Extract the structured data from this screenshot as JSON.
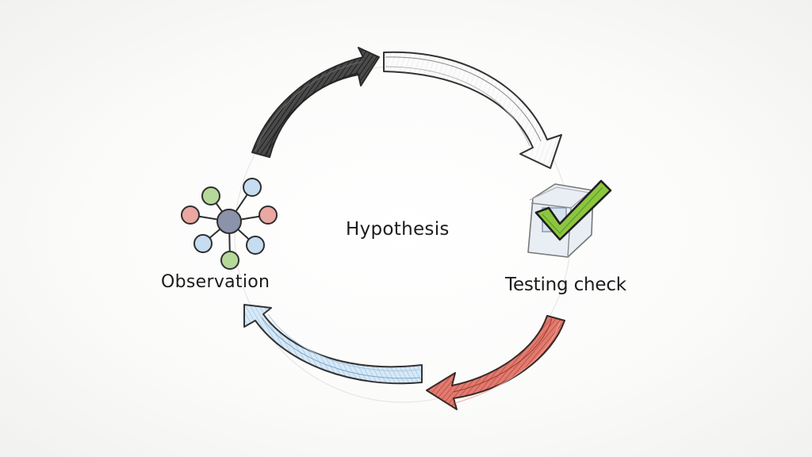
{
  "diagram": {
    "center_label": "Hypothesis",
    "left_label": "Observation",
    "right_label": "Testing check"
  },
  "colors": {
    "arrow_top_left": "#3d3d3d",
    "arrow_top_right": "#fafafa",
    "arrow_bottom_right": "#d66a5f",
    "arrow_bottom_left": "#c7dff1",
    "check_mark": "#8cc63f",
    "node_center": "#8b93aa",
    "node_green": "#b6d99a",
    "node_blue": "#c5dcf1",
    "node_red": "#eba7a1",
    "outline": "#333333"
  },
  "icons": {
    "observation": "network-graph-icon",
    "testing": "checkbox-check-icon"
  }
}
